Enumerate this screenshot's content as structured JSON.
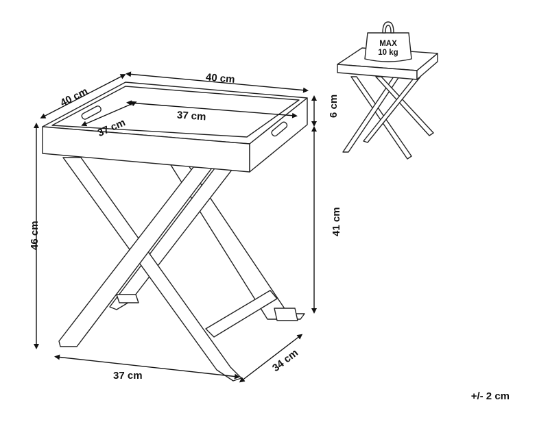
{
  "dimensions": {
    "top_length": "40 cm",
    "top_width": "40 cm",
    "inner_length": "37 cm",
    "inner_width": "37 cm",
    "rim_height": "6 cm",
    "total_height": "46 cm",
    "leg_height": "41 cm",
    "base_length": "37 cm",
    "base_depth": "34 cm"
  },
  "load_weight": {
    "line1": "MAX",
    "line2": "10 kg"
  },
  "tolerance": "+/- 2 cm"
}
